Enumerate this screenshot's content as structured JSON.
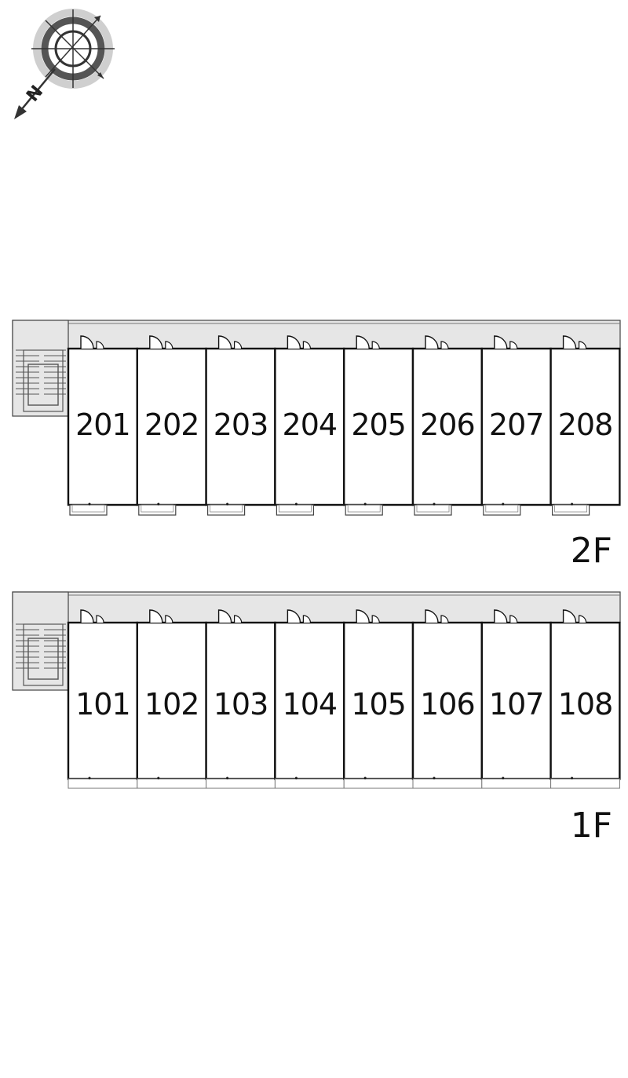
{
  "compass": {
    "label": "N",
    "icon": "compass-icon"
  },
  "floors": [
    {
      "id": "2F",
      "label": "2F",
      "units": [
        "201",
        "202",
        "203",
        "204",
        "205",
        "206",
        "207",
        "208"
      ]
    },
    {
      "id": "1F",
      "label": "1F",
      "units": [
        "101",
        "102",
        "103",
        "104",
        "105",
        "106",
        "107",
        "108"
      ]
    }
  ],
  "colors": {
    "corridor": "#e6e6e6",
    "line": "#111111",
    "stair": "#555555"
  }
}
